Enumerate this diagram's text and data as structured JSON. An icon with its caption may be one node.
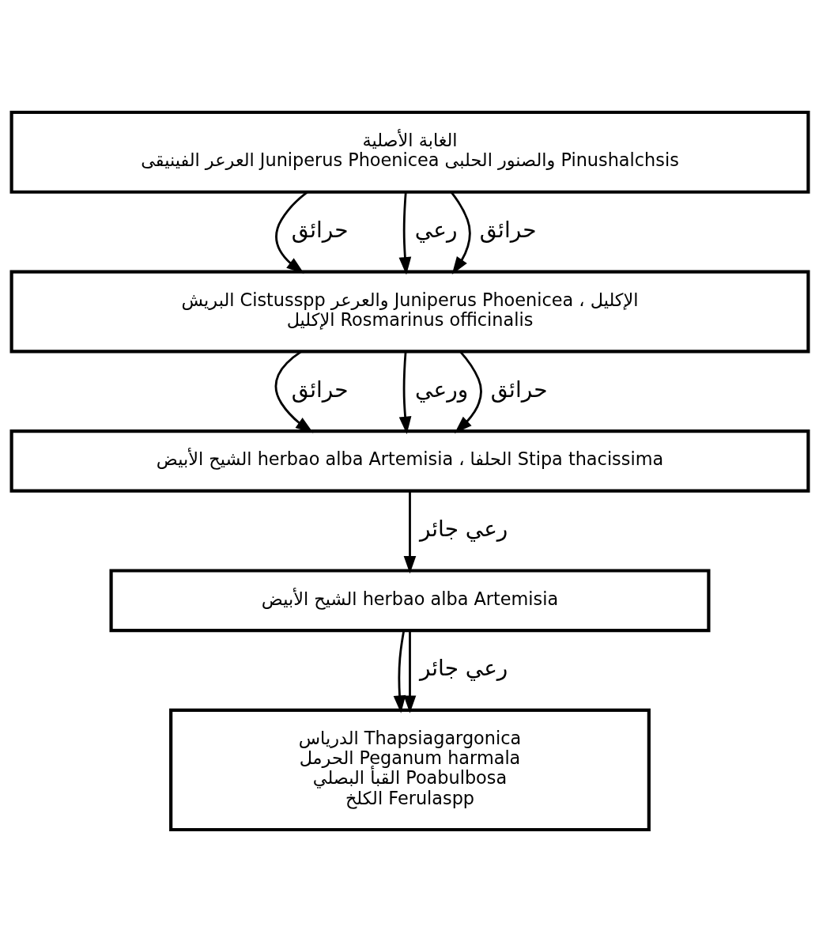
{
  "diagram": {
    "nodes": [
      {
        "text": [
          "الغابة الأصلية",
          "العرعر الفينيقى Juniperus Phoenicea والصنور الحلبى Pinushalchsis"
        ]
      },
      {
        "text": [
          "البريش Cistusspp والعرعر Juniperus Phoenicea ، الإكليل",
          "الإكليل Rosmarinus officinalis"
        ]
      },
      {
        "text": [
          "الشيح الأبيض herbao alba Artemisia ، الحلفا Stipa thacissima"
        ]
      },
      {
        "text": [
          "الشيح الأبيض herbao alba Artemisia"
        ]
      },
      {
        "text": [
          "الدرياس Thapsiagargonica",
          "الحرمل Peganum harmala",
          "القبأ البصلي Poabulbosa",
          "الكلخ Ferulaspp"
        ]
      }
    ],
    "edges": [
      {
        "from": 0,
        "to": 1,
        "arrow": "to",
        "label": "حرائق"
      },
      {
        "from": 0,
        "to": 1,
        "arrow": "to",
        "label": "رعي"
      },
      {
        "from": 0,
        "to": 1,
        "arrow": "to",
        "label": "حرائق"
      },
      {
        "from": 1,
        "to": 2,
        "arrow": "to",
        "label": "حرائق"
      },
      {
        "from": 1,
        "to": 2,
        "arrow": "to",
        "label": "ورعي"
      },
      {
        "from": 1,
        "to": 2,
        "arrow": "to",
        "label": "حرائق"
      },
      {
        "from": 2,
        "to": 3,
        "arrow": "to",
        "label": "رعي جائر"
      },
      {
        "from": 3,
        "to": 4,
        "arrow": "to"
      },
      {
        "from": 3,
        "to": 4,
        "arrow": "to",
        "label": "رعي جائر"
      }
    ]
  }
}
